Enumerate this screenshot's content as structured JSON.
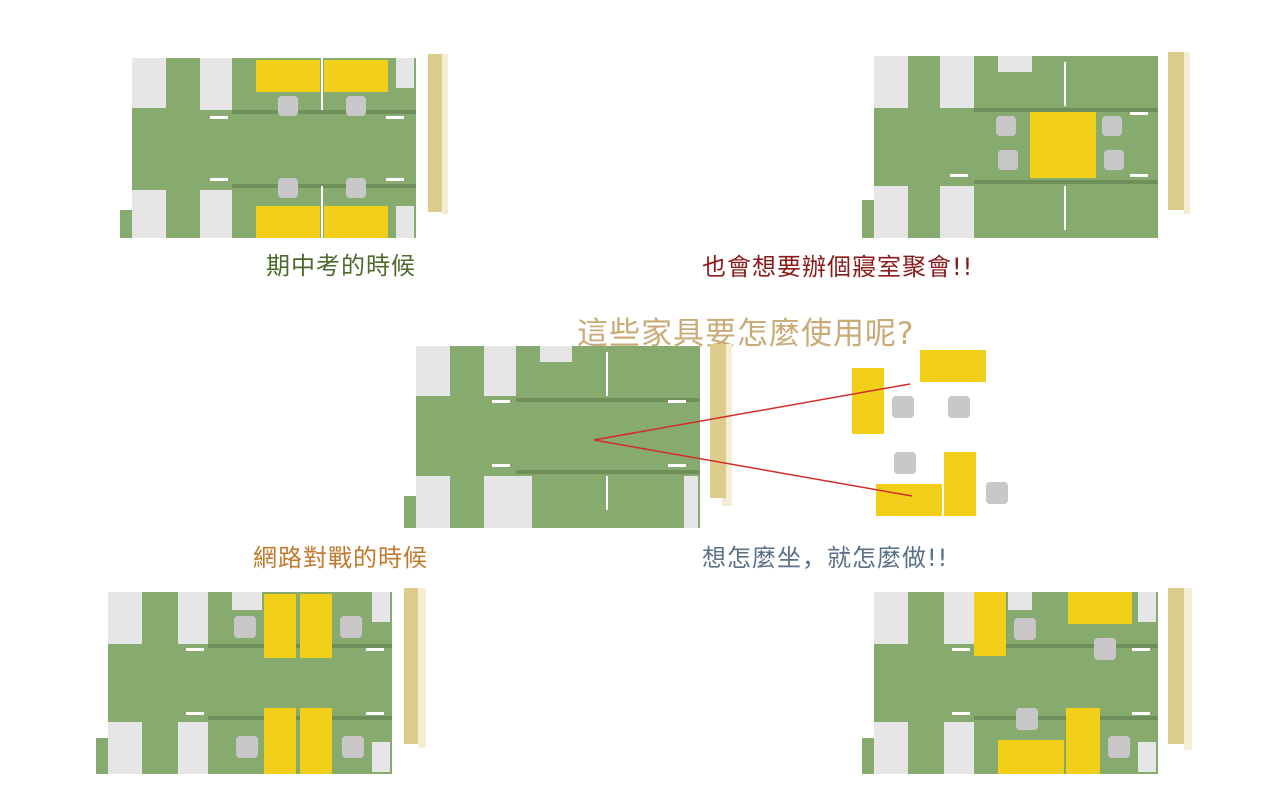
{
  "captions": {
    "exam": "期中考的時候",
    "party": "也會想要辦個寢室聚會!!",
    "question": "這些家具要怎麼使用呢?",
    "gaming": "網路對戰的時候",
    "sit": "想怎麼坐，就怎麼做!!"
  },
  "colors": {
    "floor": "#87ab6f",
    "desk": "#f2d01a",
    "chair": "#c8c8c8",
    "exam_caption": "#4e6a2c",
    "party_caption": "#8b1a1a",
    "question_caption": "#c9ab77",
    "gaming_caption": "#c07a2c",
    "sit_caption": "#5a7188",
    "pointer": "#d42a2a"
  }
}
